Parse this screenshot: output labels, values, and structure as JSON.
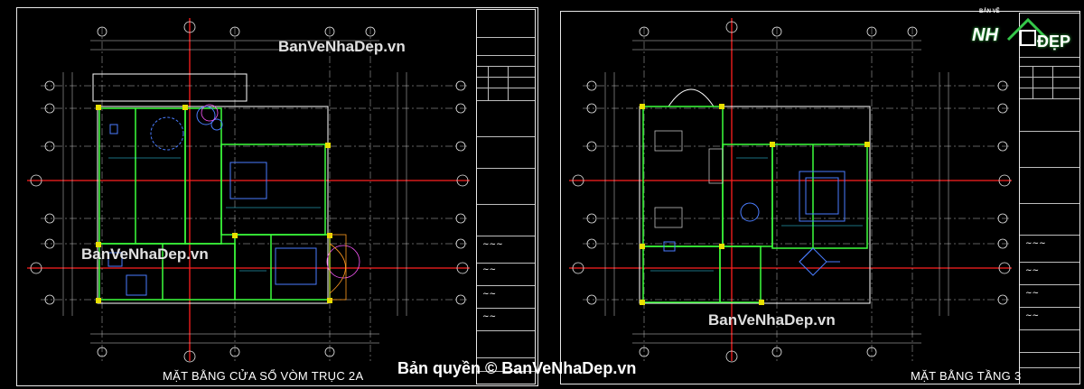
{
  "watermarks": {
    "top_left": "BanVeNhaDep.vn",
    "mid_left": "BanVeNhaDep.vn",
    "mid_right": "BanVeNhaDep.vn",
    "copyright": "Bản quyền © BanVeNhaDep.vn"
  },
  "logo": {
    "top_text": "BẢN VẼ",
    "nh_text": "NH",
    "dep_text": "ĐẸP"
  },
  "sheets": [
    {
      "label": "MẶT BẰNG CỬA SỔ VÒM TRỤC 2A"
    },
    {
      "label": "MẶT BẰNG TẦNG 3"
    }
  ],
  "colors": {
    "background": "#000000",
    "frame": "#e8e8e8",
    "grid_red": "#ff2020",
    "walls_green": "#3cff3c",
    "furniture_blue": "#4a7dff",
    "title_green": "#39ff3a",
    "dim_white": "#d0d0d0"
  }
}
